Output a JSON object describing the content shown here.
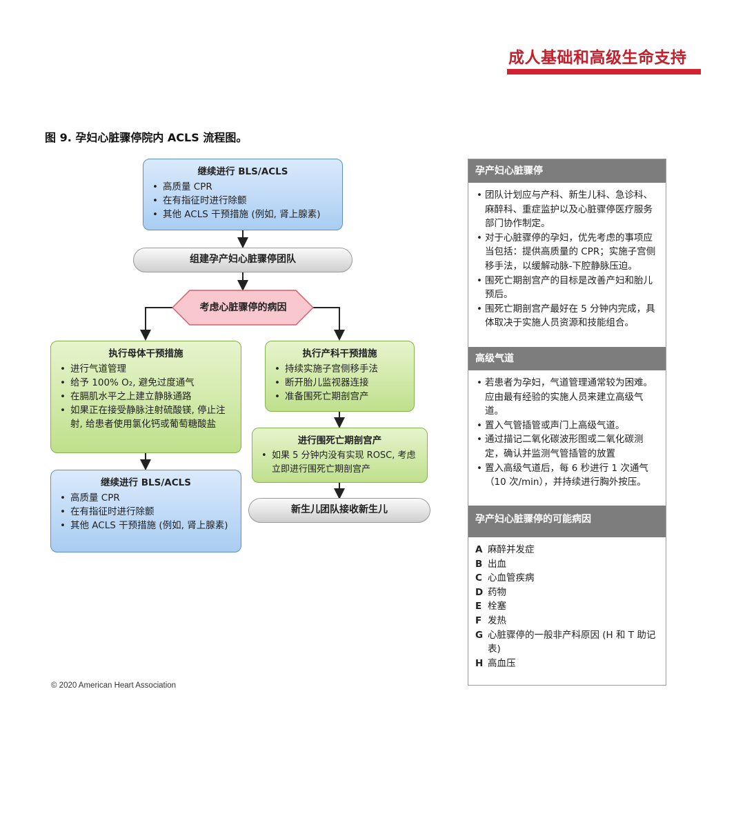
{
  "header": {
    "title": "成人基础和高级生命支持",
    "accent_color": "#d3222f"
  },
  "figure": {
    "title": "图 9. 孕妇心脏骤停院内 ACLS 流程图。"
  },
  "flow": {
    "top_box": {
      "title": "继续进行 BLS/ACLS",
      "items": [
        "高质量 CPR",
        "在有指征时进行除颤",
        "其他 ACLS 干预措施 (例如, 肾上腺素)"
      ]
    },
    "team": "组建孕产妇心脏骤停团队",
    "decision": "考虑心脏骤停的病因",
    "maternal": {
      "title": "执行母体干预措施",
      "items": [
        "进行气道管理",
        "给予 100% O₂, 避免过度通气",
        "在膈肌水平之上建立静脉通路",
        "如果正在接受静脉注射硫酸镁, 停止注射, 给患者使用氯化钙或葡萄糖酸盐"
      ]
    },
    "obstetric": {
      "title": "执行产科干预措施",
      "items": [
        "持续实施子宫侧移手法",
        "断开胎儿监视器连接",
        "准备围死亡期剖宫产"
      ]
    },
    "cesarean": {
      "title": "进行围死亡期剖宫产",
      "items": [
        "如果 5 分钟内没有实现 ROSC, 考虑立即进行围死亡期剖宫产"
      ]
    },
    "bottom_box": {
      "title": "继续进行 BLS/ACLS",
      "items": [
        "高质量 CPR",
        "在有指征时进行除颤",
        "其他 ACLS 干预措施 (例如, 肾上腺素)"
      ]
    },
    "neonatal": "新生儿团队接收新生儿"
  },
  "panel": {
    "section1": {
      "heading": "孕产妇心脏骤停",
      "items": [
        "团队计划应与产科、新生儿科、急诊科、麻醉科、重症监护以及心脏骤停医疗服务部门协作制定。",
        "对于心脏骤停的孕妇，优先考虑的事项应当包括：提供高质量的 CPR；实施子宫侧移手法，以缓解动脉-下腔静脉压迫。",
        "围死亡期剖宫产的目标是改善产妇和胎儿预后。",
        "围死亡期剖宫产最好在 5 分钟内完成，具体取决于实施人员资源和技能组合。"
      ]
    },
    "section2": {
      "heading": "高级气道",
      "items": [
        "若患者为孕妇，气道管理通常较为困难。应由最有经验的实施人员来建立高级气道。",
        "置入气管插管或声门上高级气道。",
        "通过描记二氧化碳波形图或二氧化碳测定，确认并监测气管插管的放置",
        "置入高级气道后，每 6 秒进行 1 次通气（10 次/min），并持续进行胸外按压。"
      ]
    },
    "section3": {
      "heading": "孕产妇心脏骤停的可能病因",
      "causes": [
        {
          "letter": "A",
          "text": "麻醉并发症"
        },
        {
          "letter": "B",
          "text": "出血"
        },
        {
          "letter": "C",
          "text": "心血管疾病"
        },
        {
          "letter": "D",
          "text": "药物"
        },
        {
          "letter": "E",
          "text": "栓塞"
        },
        {
          "letter": "F",
          "text": "发热"
        },
        {
          "letter": "G",
          "text": "心脏骤停的一般非产科原因 (H 和 T 助记表)"
        },
        {
          "letter": "H",
          "text": "高血压"
        }
      ]
    }
  },
  "footer": {
    "copyright": "© 2020 American Heart Association"
  }
}
